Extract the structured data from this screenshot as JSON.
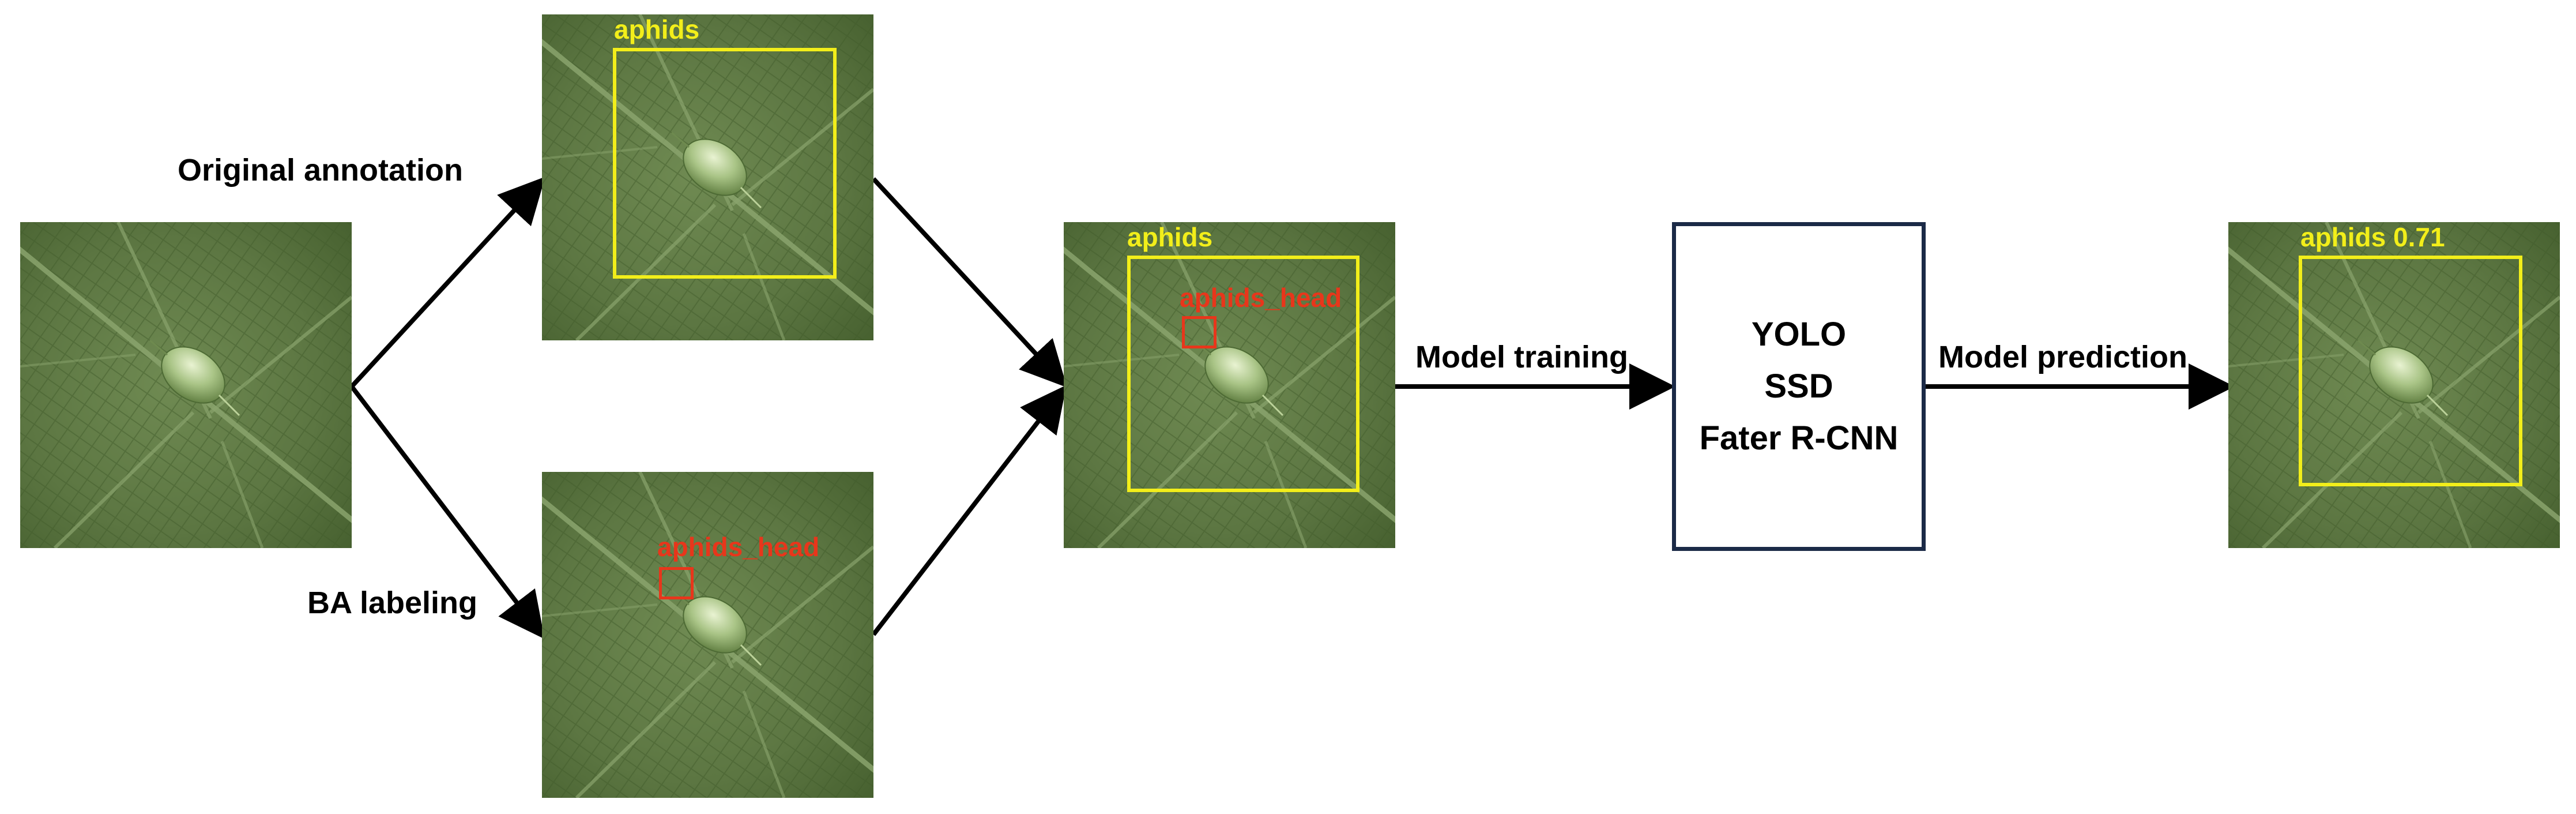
{
  "labels": {
    "original_annotation": "Original annotation",
    "ba_labeling": "BA labeling",
    "model_training": "Model training",
    "model_prediction": "Model prediction"
  },
  "box_labels": {
    "aphids": "aphids",
    "aphids_head": "aphids_head",
    "aphids_pred": "aphids 0.71"
  },
  "models": [
    "YOLO",
    "SSD",
    "Fater R-CNN"
  ],
  "colors": {
    "aphids_box": "#f2ee1a",
    "head_box": "#e8361b",
    "model_border": "#1b2a47",
    "leaf": "#5f7a44"
  }
}
